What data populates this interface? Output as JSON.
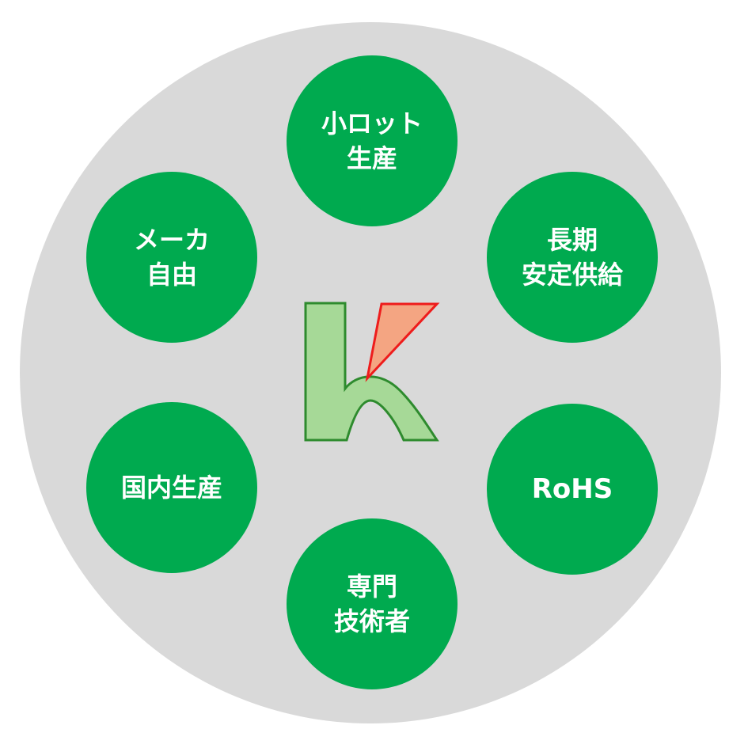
{
  "colors": {
    "background_ring": "#d9d9d9",
    "node_fill": "#00aa4f",
    "node_text": "#ffffff",
    "logo_body": "#a6d997",
    "logo_body_stroke": "#2e8b2e",
    "logo_accent": "#f4a582",
    "logo_accent_stroke": "#ee1c1c"
  },
  "logo": {
    "icon": "k-logo-icon"
  },
  "nodes": {
    "top": {
      "line1": "小ロット",
      "line2": "生産"
    },
    "upper_right": {
      "line1": "長期",
      "line2": "安定供給"
    },
    "lower_right": {
      "line1": "RoHS"
    },
    "bottom": {
      "line1": "専門",
      "line2": "技術者"
    },
    "lower_left": {
      "line1": "国内生産"
    },
    "upper_left": {
      "line1": "メーカ",
      "line2": "自由"
    }
  }
}
